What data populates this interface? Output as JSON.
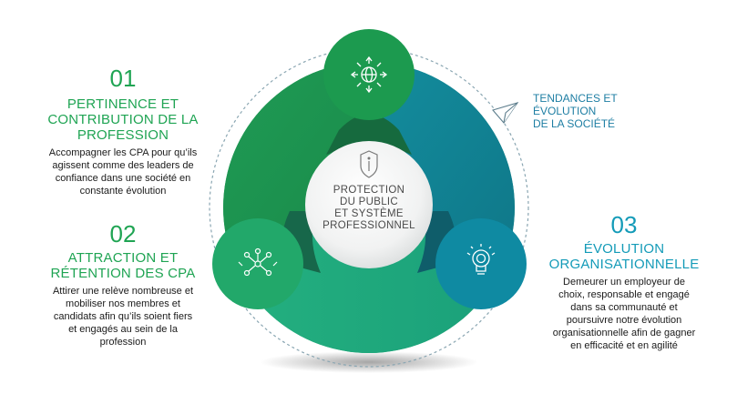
{
  "center": {
    "line1": "PROTECTION",
    "line2": "DU PUBLIC",
    "line3": "ET SYSTÈME",
    "line4": "PROFESSIONNEL",
    "icon": "shield-info-icon"
  },
  "pillar1": {
    "number": "01",
    "title_line1": "PERTINENCE ET",
    "title_line2": "CONTRIBUTION DE LA",
    "title_line3": "PROFESSION",
    "desc_line1": "Accompagner les CPA pour qu’ils",
    "desc_line2": "agissent comme des leaders de",
    "desc_line3": "confiance dans une société en",
    "desc_line4": "constante évolution",
    "icon": "globe-arrows-icon"
  },
  "pillar2": {
    "number": "02",
    "title_line1": "ATTRACTION ET",
    "title_line2": "RÉTENTION DES CPA",
    "desc_line1": "Attirer une relève nombreuse et",
    "desc_line2": "mobiliser nos membres et",
    "desc_line3": "candidats afin qu’ils soient fiers",
    "desc_line4": "et engagés au sein de la",
    "desc_line5": "profession",
    "icon": "team-hands-icon"
  },
  "pillar3": {
    "number": "03",
    "title_line1": "ÉVOLUTION",
    "title_line2": "ORGANISATIONNELLE",
    "desc_line1": "Demeurer un employeur de",
    "desc_line2": "choix, responsable et engagé",
    "desc_line3": "dans sa communauté et",
    "desc_line4": "poursuivre notre évolution",
    "desc_line5": "organisationnelle afin de gagner",
    "desc_line6": "en efficacité et en agilité",
    "icon": "lightbulb-gear-icon"
  },
  "trends": {
    "line1": "TENDANCES ET",
    "line2": "ÉVOLUTION",
    "line3": "DE LA SOCIÉTÉ",
    "icon": "paper-plane-icon"
  },
  "colors": {
    "green": "#1fa453",
    "teal": "#149bb8",
    "dark_green": "#166a3e",
    "orbit": "#7f9fae"
  }
}
